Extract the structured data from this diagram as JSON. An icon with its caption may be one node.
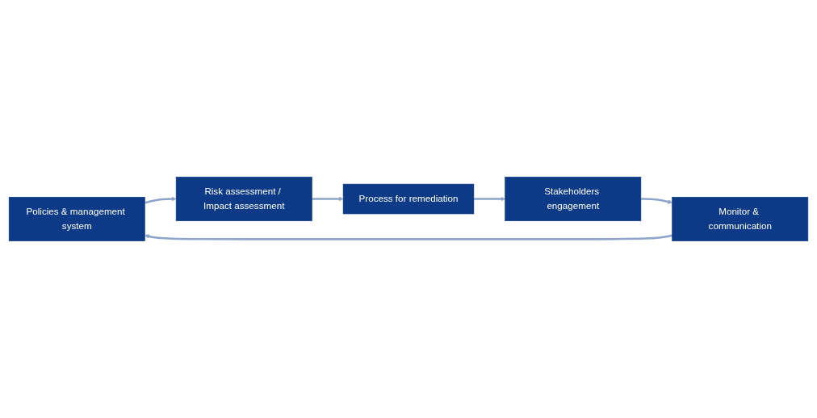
{
  "diagram": {
    "nodes": [
      {
        "text": [
          "Policies & management system"
        ]
      },
      {
        "text": [
          "Risk assessment / Impact assessment"
        ]
      },
      {
        "text": [
          "Process for remediation"
        ]
      },
      {
        "text": [
          "Stakeholders engagement"
        ]
      },
      {
        "text": [
          "Monitor & communication"
        ]
      }
    ],
    "edges": [
      {
        "from": 0,
        "to": 1,
        "arrow": "to"
      },
      {
        "from": 1,
        "to": 2,
        "arrow": "to"
      },
      {
        "from": 2,
        "to": 3,
        "arrow": "to"
      },
      {
        "from": 3,
        "to": 4,
        "arrow": "to"
      },
      {
        "from": 4,
        "to": 0,
        "arrow": "to"
      }
    ]
  }
}
